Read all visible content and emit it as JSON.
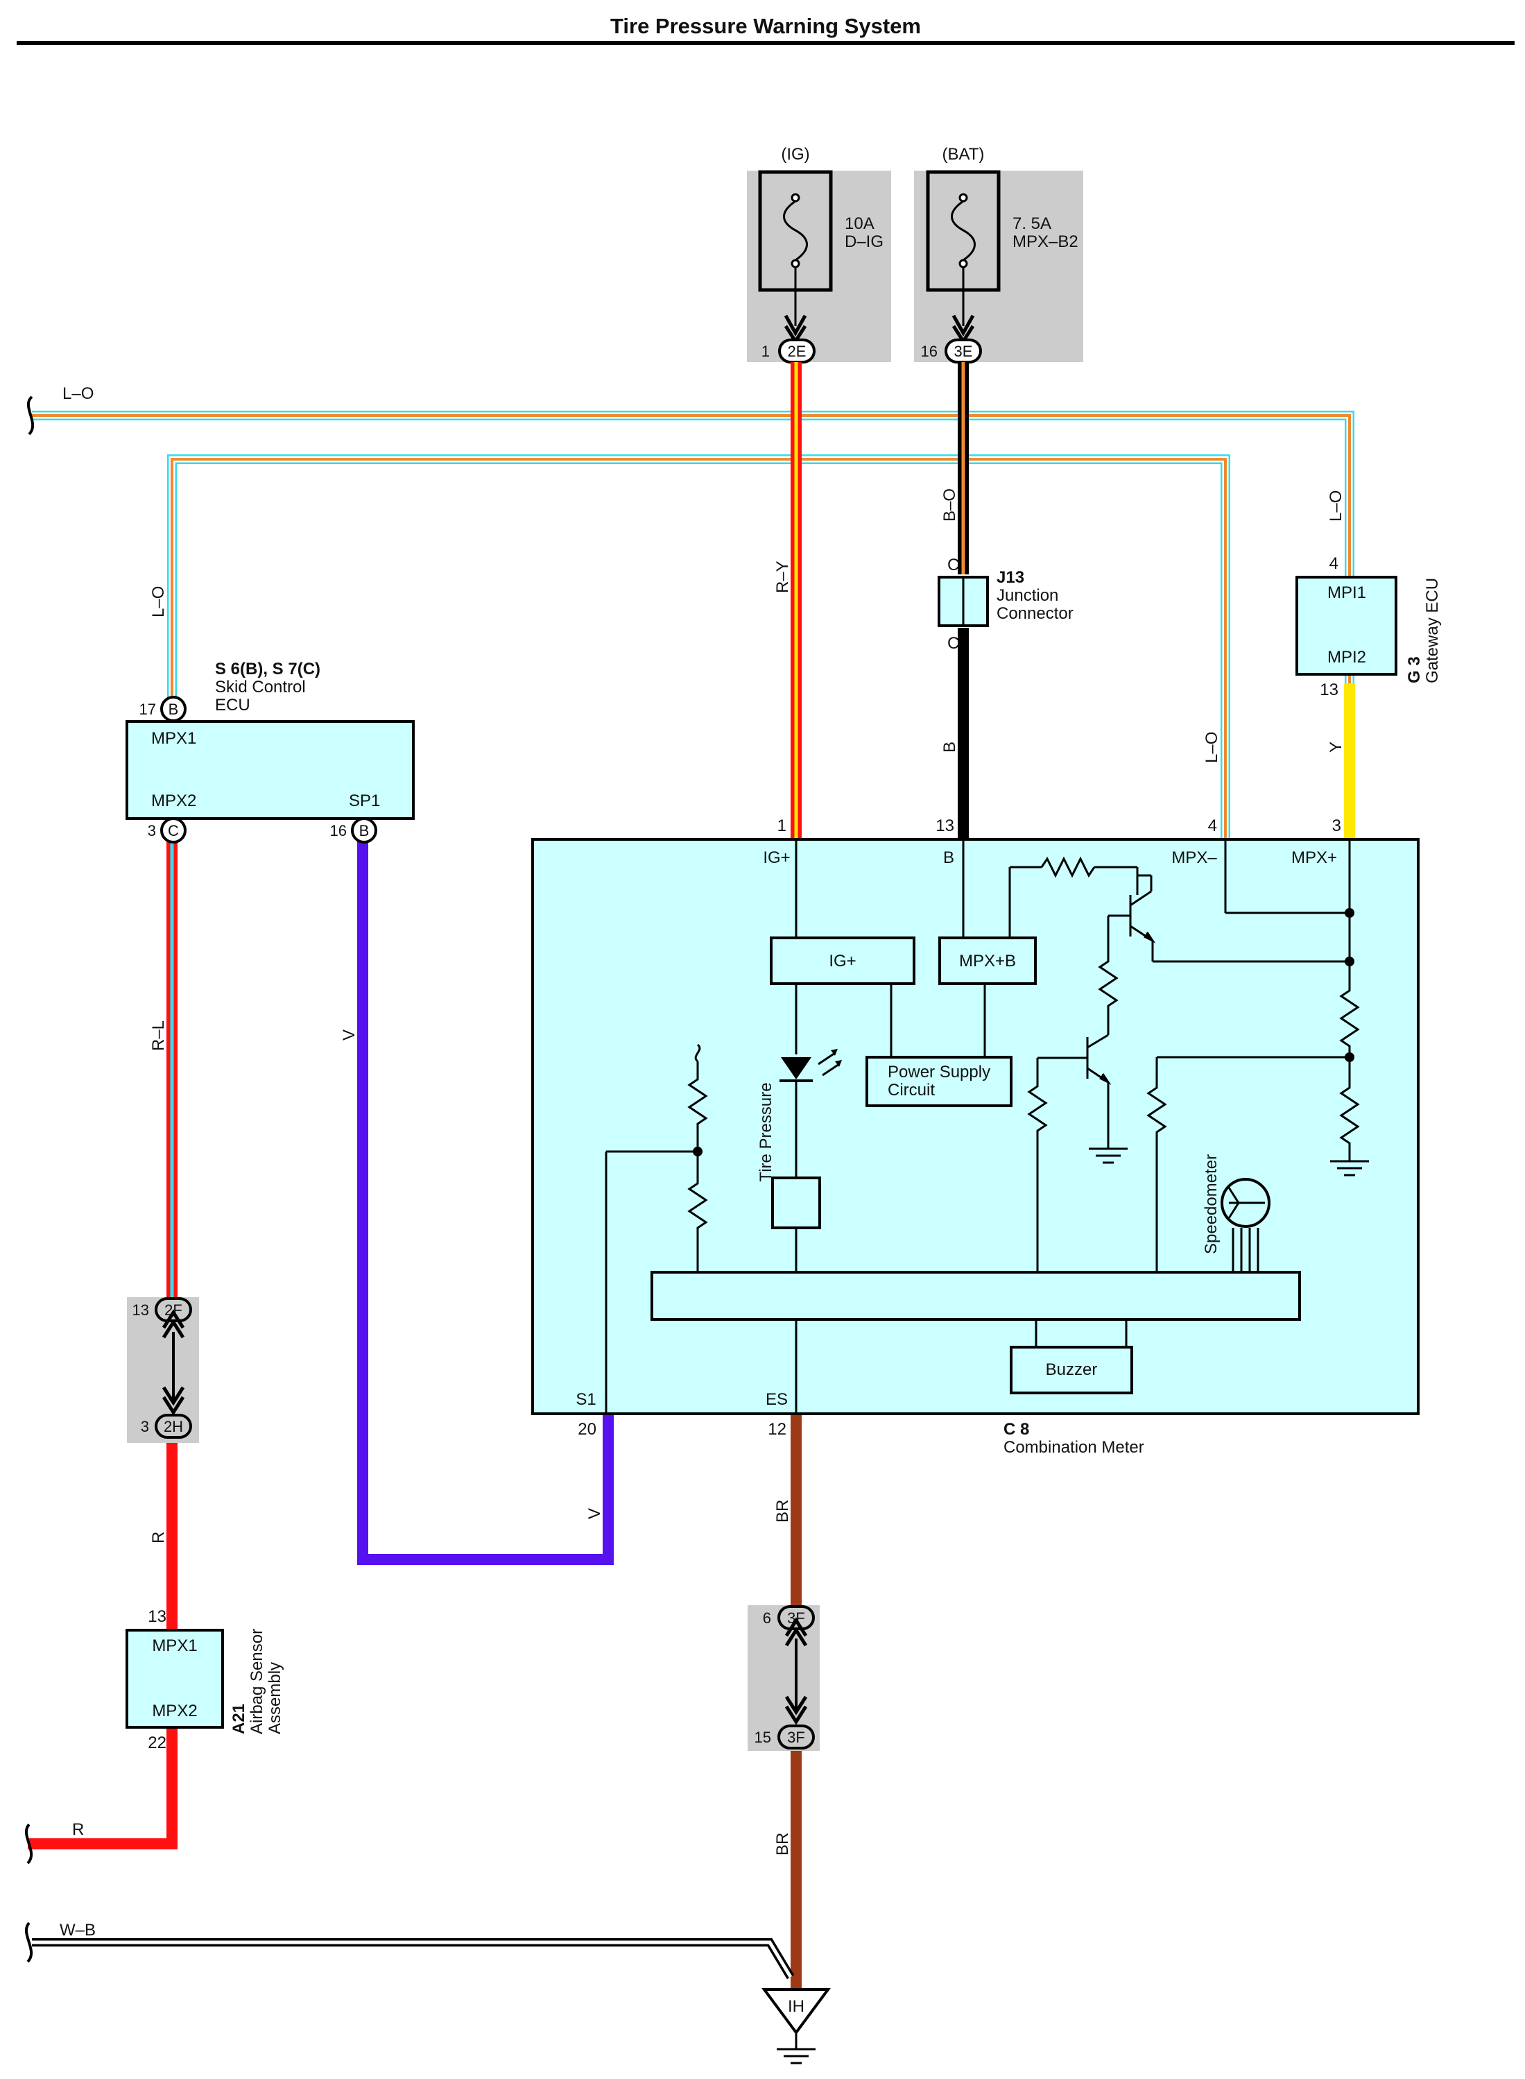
{
  "title": "Tire Pressure Warning System",
  "fuses": [
    {
      "group": "(IG)",
      "rating": "10A",
      "name": "D–IG",
      "pin": "1",
      "connector": "2E"
    },
    {
      "group": "(BAT)",
      "rating": "7. 5A",
      "name": "MPX–B2",
      "pin": "16",
      "connector": "3E"
    }
  ],
  "junction": {
    "code": "J13",
    "line1": "Junction",
    "line2": "Connector",
    "pin_top": "C",
    "pin_bottom": "C"
  },
  "skid_ecu": {
    "code": "S 6(B), S 7(C)",
    "line1": "Skid Control",
    "line2": "ECU",
    "pins": [
      {
        "num": "17",
        "conn": "B",
        "label": "MPX1"
      },
      {
        "num": "3",
        "conn": "C",
        "label": "MPX2"
      },
      {
        "num": "16",
        "conn": "B",
        "label": "SP1"
      }
    ]
  },
  "gateway_ecu": {
    "code": "G 3",
    "name": "Gateway ECU",
    "pin_top": "4",
    "pin_bottom": "13",
    "label1": "MPI1",
    "label2": "MPI2"
  },
  "airbag": {
    "code": "A21",
    "line1": "Airbag Sensor",
    "line2": "Assembly",
    "pin_top": "13",
    "pin_bottom": "22",
    "label1": "MPX1",
    "label2": "MPX2"
  },
  "meter": {
    "code": "C 8",
    "name": "Combination Meter",
    "pins": [
      {
        "num": "1",
        "label": "IG+"
      },
      {
        "num": "13",
        "label": "B"
      },
      {
        "num": "4",
        "label": "MPX–"
      },
      {
        "num": "3",
        "label": "MPX+"
      },
      {
        "num": "20",
        "label": "S1"
      },
      {
        "num": "12",
        "label": "ES"
      }
    ],
    "blocks": {
      "igp": "IG+",
      "mpxb": "MPX+B",
      "psc1": "Power Supply",
      "psc2": "Circuit",
      "buzzer": "Buzzer",
      "tire": "Tire Pressure",
      "speedo": "Speedometer"
    }
  },
  "connectors": {
    "c2f": {
      "pin": "13",
      "conn": "2F"
    },
    "c2h": {
      "pin": "3",
      "conn": "2H"
    },
    "c3f_top": {
      "pin": "6",
      "conn": "3F"
    },
    "c3f_bot": {
      "pin": "15",
      "conn": "3F"
    },
    "ground": "IH"
  },
  "wires": {
    "lo_top": "L–O",
    "lo_skid": "L–O",
    "lo_meter": "L–O",
    "lo_gateway": "L–O",
    "ry": "R–Y",
    "bo": "B–O",
    "b": "B",
    "y": "Y",
    "rl": "R–L",
    "v1": "V",
    "v2": "V",
    "r1": "R",
    "r2": "R",
    "br1": "BR",
    "br2": "BR",
    "wb": "W–B"
  },
  "colors": {
    "blue_wire": "#33ddee",
    "orange_wire": "#f08a30",
    "red_wire": "#ff1111",
    "yellow_wire": "#ffe800",
    "violet_wire": "#5511ee",
    "brown_wire": "#9c3a16",
    "black_wire": "#000000",
    "box_fill": "#ccffff",
    "grey_fill": "#cccccc"
  }
}
